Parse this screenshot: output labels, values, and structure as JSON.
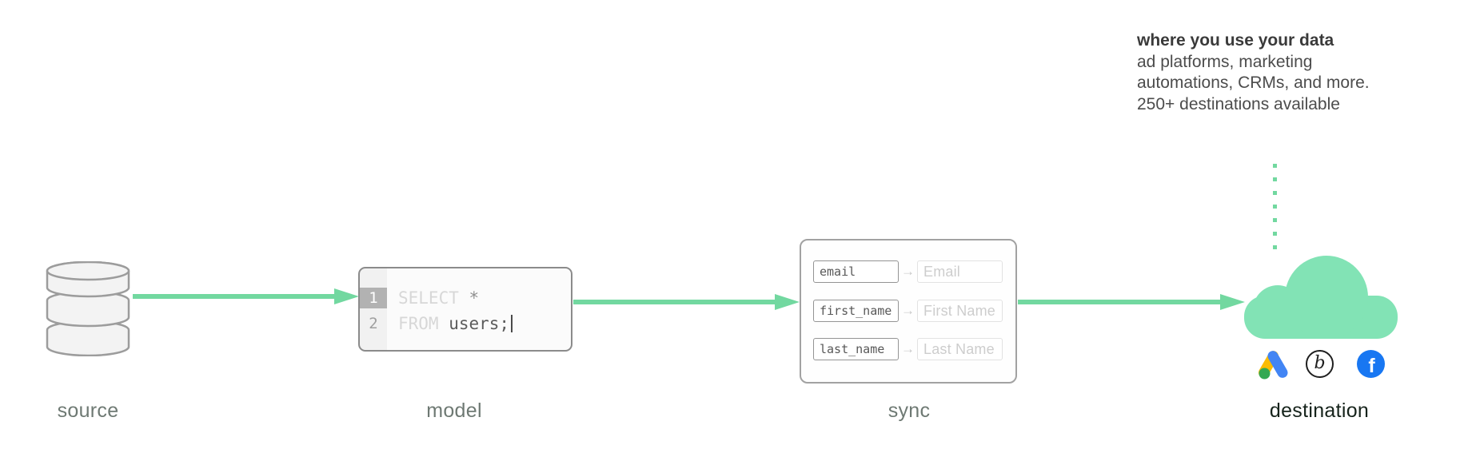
{
  "note": {
    "title": "where you use your data",
    "line1": "ad platforms, marketing",
    "line2": "automations, CRMs, and more.",
    "line3": "250+ destinations available"
  },
  "source": {
    "label": "source"
  },
  "model": {
    "label": "model",
    "code": {
      "line1_number": "1",
      "line1_keyword": "SELECT ",
      "line1_code": "*",
      "line2_number": "2",
      "line2_keyword": "FROM ",
      "line2_code": "users;"
    }
  },
  "sync": {
    "label": "sync",
    "arrow_glyph": "→",
    "mappings": [
      {
        "field": "email",
        "mapped": "Email"
      },
      {
        "field": "first_name",
        "mapped": "First Name"
      },
      {
        "field": "last_name",
        "mapped": "Last Name"
      }
    ]
  },
  "destination": {
    "label": "destination",
    "icons": [
      "google-ads",
      "braze",
      "facebook"
    ],
    "braze_glyph": "b",
    "facebook_glyph": "f"
  },
  "colors": {
    "arrow_green": "#72d8a0",
    "cloud_green": "#82e3b5",
    "google_blue": "#4285f4",
    "google_yellow": "#fbbc04",
    "google_green": "#34a853",
    "facebook_blue": "#1877f2"
  }
}
